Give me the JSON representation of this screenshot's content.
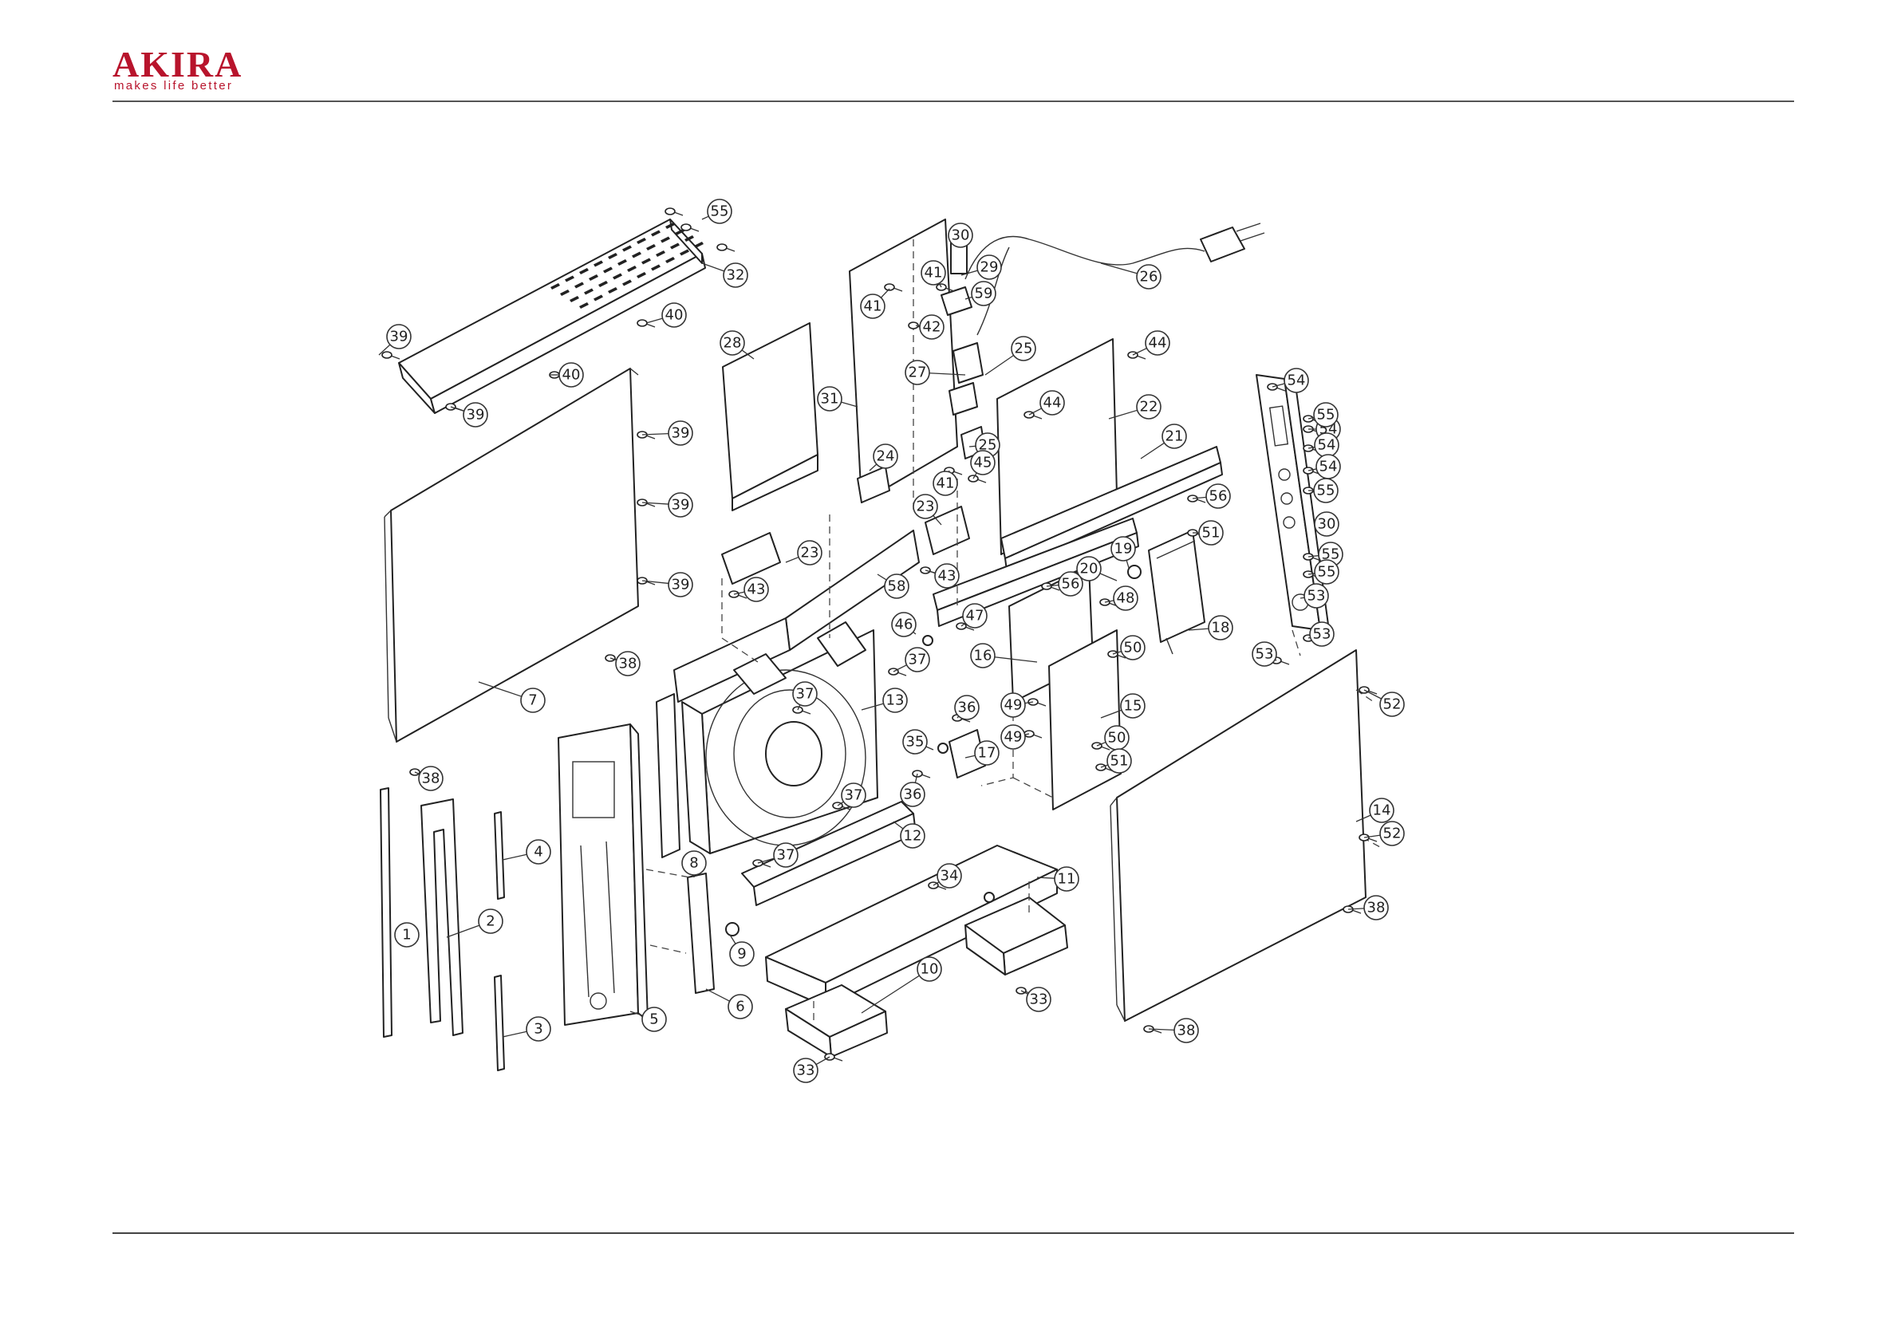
{
  "brand": {
    "name": "AKIRA",
    "tagline": "makes life better",
    "color": "#b8142c"
  },
  "diagram": {
    "callouts": [
      {
        "label": "1"
      },
      {
        "label": "2"
      },
      {
        "label": "3"
      },
      {
        "label": "4"
      },
      {
        "label": "5"
      },
      {
        "label": "6"
      },
      {
        "label": "7"
      },
      {
        "label": "8"
      },
      {
        "label": "9"
      },
      {
        "label": "10"
      },
      {
        "label": "11"
      },
      {
        "label": "12"
      },
      {
        "label": "13"
      },
      {
        "label": "14"
      },
      {
        "label": "15"
      },
      {
        "label": "16"
      },
      {
        "label": "17"
      },
      {
        "label": "18"
      },
      {
        "label": "19"
      },
      {
        "label": "20"
      },
      {
        "label": "21"
      },
      {
        "label": "22"
      },
      {
        "label": "23"
      },
      {
        "label": "23"
      },
      {
        "label": "24"
      },
      {
        "label": "25"
      },
      {
        "label": "25"
      },
      {
        "label": "26"
      },
      {
        "label": "27"
      },
      {
        "label": "28"
      },
      {
        "label": "29"
      },
      {
        "label": "30"
      },
      {
        "label": "30"
      },
      {
        "label": "31"
      },
      {
        "label": "32"
      },
      {
        "label": "33"
      },
      {
        "label": "33"
      },
      {
        "label": "34"
      },
      {
        "label": "35"
      },
      {
        "label": "36"
      },
      {
        "label": "36"
      },
      {
        "label": "37"
      },
      {
        "label": "37"
      },
      {
        "label": "37"
      },
      {
        "label": "37"
      },
      {
        "label": "38"
      },
      {
        "label": "38"
      },
      {
        "label": "38"
      },
      {
        "label": "38"
      },
      {
        "label": "39"
      },
      {
        "label": "39"
      },
      {
        "label": "39"
      },
      {
        "label": "39"
      },
      {
        "label": "39"
      },
      {
        "label": "40"
      },
      {
        "label": "40"
      },
      {
        "label": "41"
      },
      {
        "label": "41"
      },
      {
        "label": "41"
      },
      {
        "label": "42"
      },
      {
        "label": "43"
      },
      {
        "label": "43"
      },
      {
        "label": "44"
      },
      {
        "label": "44"
      },
      {
        "label": "45"
      },
      {
        "label": "46"
      },
      {
        "label": "47"
      },
      {
        "label": "48"
      },
      {
        "label": "49"
      },
      {
        "label": "49"
      },
      {
        "label": "50"
      },
      {
        "label": "50"
      },
      {
        "label": "51"
      },
      {
        "label": "51"
      },
      {
        "label": "52"
      },
      {
        "label": "52"
      },
      {
        "label": "53"
      },
      {
        "label": "53"
      },
      {
        "label": "53"
      },
      {
        "label": "54"
      },
      {
        "label": "54"
      },
      {
        "label": "54"
      },
      {
        "label": "54"
      },
      {
        "label": "55"
      },
      {
        "label": "55"
      },
      {
        "label": "55"
      },
      {
        "label": "55"
      },
      {
        "label": "55"
      },
      {
        "label": "56"
      },
      {
        "label": "56"
      },
      {
        "label": "58"
      },
      {
        "label": "59"
      }
    ]
  }
}
